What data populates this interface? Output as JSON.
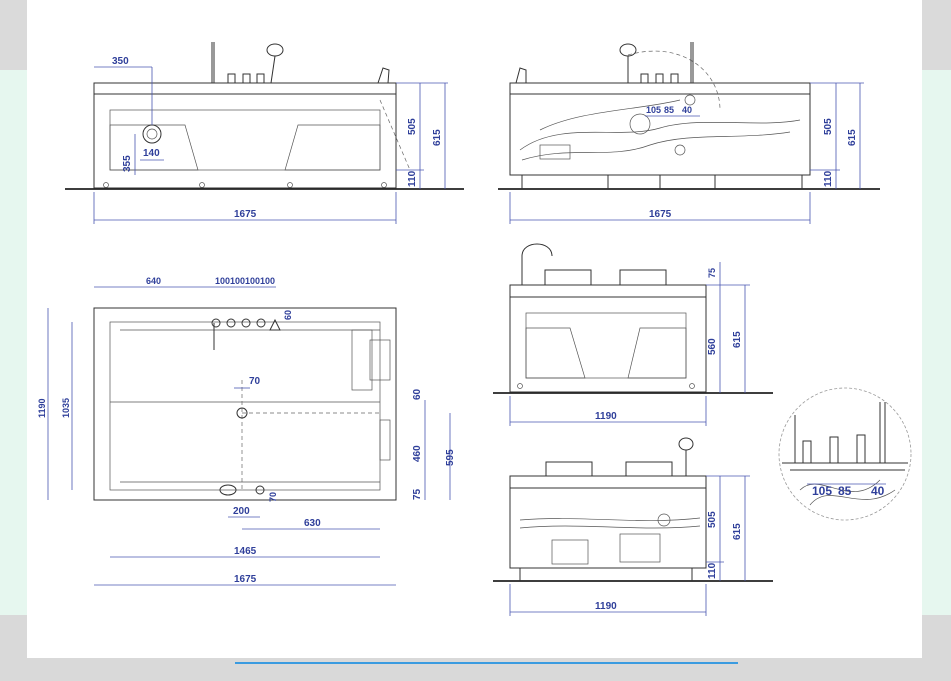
{
  "colors": {
    "dimension": "#2f3f9a",
    "accent_rule": "#3a9be0",
    "side_band": "#e6f7ef",
    "frame": "#d9d9d9"
  },
  "views": {
    "front": {
      "d_350": "350",
      "d_505": "505",
      "d_615": "615",
      "d_140": "140",
      "d_355": "355",
      "d_110": "110",
      "d_1675": "1675"
    },
    "rear": {
      "d_105": "105",
      "d_85": "85",
      "d_40": "40",
      "d_505": "505",
      "d_615": "615",
      "d_110": "110",
      "d_1675": "1675"
    },
    "plan": {
      "d_640": "640",
      "d_100a": "100",
      "d_100b": "100",
      "d_100c": "100",
      "d_100d": "100",
      "d_60top": "60",
      "d_1190": "1190",
      "d_1035": "1035",
      "d_70": "70",
      "d_60": "60",
      "d_460": "460",
      "d_595": "595",
      "d_75": "75",
      "d_70b": "70",
      "d_200": "200",
      "d_630": "630",
      "d_1465": "1465",
      "d_1675": "1675"
    },
    "end_top": {
      "d_75": "75",
      "d_560": "560",
      "d_615": "615",
      "d_1190": "1190"
    },
    "end_bottom": {
      "d_505": "505",
      "d_615": "615",
      "d_110": "110",
      "d_1190": "1190"
    },
    "detail": {
      "d_105": "105",
      "d_85": "85",
      "d_40": "40"
    }
  }
}
